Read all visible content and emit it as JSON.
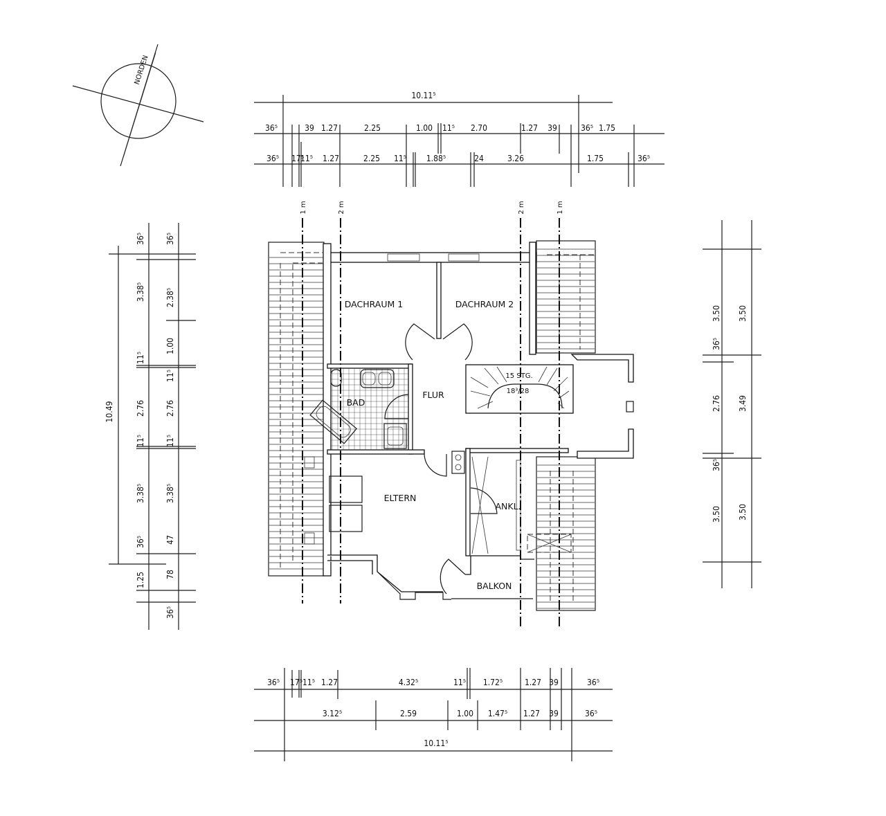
{
  "compass": {
    "label": "NORDEN"
  },
  "top_dimensions": {
    "total": "10.11⁵",
    "row1": [
      "36⁵",
      "39",
      "1.27",
      "2.25",
      "1.00",
      "11⁵",
      "2.70",
      "1.27",
      "39",
      "36⁵",
      "1.75"
    ],
    "row2": [
      "36⁵",
      "17⁵",
      "11⁵",
      "1.27",
      "2.25",
      "11⁵",
      "1.88⁵",
      "24",
      "3.26",
      "1.75",
      "36⁵"
    ]
  },
  "left_dimensions": {
    "total": "10.49",
    "col1": [
      "36⁵",
      "3.38⁵",
      "11⁵",
      "2.76",
      "11⁵",
      "3.38⁵",
      "36⁵",
      "1.25"
    ],
    "col2": [
      "36⁵",
      "2.38⁵",
      "1.00",
      "11⁵",
      "2.76",
      "11⁵",
      "3.38⁵",
      "47",
      "78",
      "36⁵"
    ]
  },
  "right_dimensions": {
    "col1": [
      "3.50",
      "36⁵",
      "2.76",
      "36⁵",
      "3.50"
    ],
    "col2": [
      "3.50",
      "3.49",
      "3.50"
    ]
  },
  "bottom_dimensions": {
    "row1": [
      "36⁵",
      "17⁵",
      "11⁵",
      "1.27",
      "4.32⁵",
      "11⁵",
      "1.72⁵",
      "1.27",
      "39",
      "36⁵"
    ],
    "row2": [
      "3.12⁵",
      "2.59",
      "1.00",
      "1.47⁵",
      "1.27",
      "39",
      "36⁵"
    ],
    "total": "10.11⁵"
  },
  "rooms": {
    "dachraum1": "DACHRAUM 1",
    "dachraum2": "DACHRAUM 2",
    "flur": "FLUR",
    "bad": "BAD",
    "eltern": "ELTERN",
    "ankl": "ANKL.",
    "balkon": "BALKON"
  },
  "stairs": {
    "steps": "15 STG.",
    "ratio": "18³/28"
  },
  "height_lines": [
    "1 m",
    "2 m",
    "2 m",
    "1 m"
  ]
}
